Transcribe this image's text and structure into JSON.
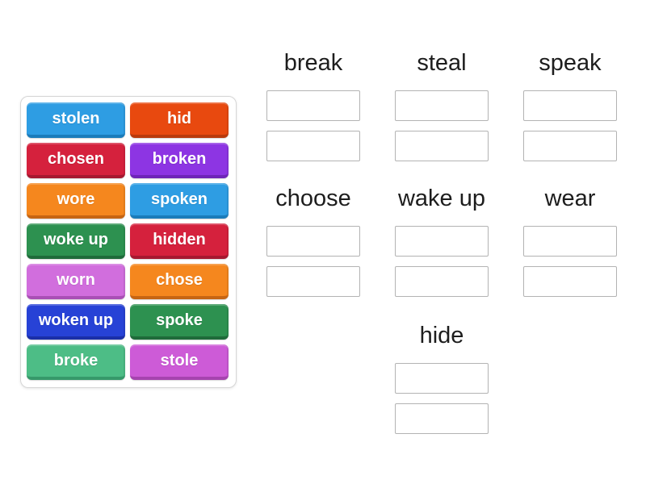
{
  "activity": {
    "type": "group-sort",
    "theme": {
      "page_background": "#ffffff",
      "panel_border": "#d6d6d6",
      "slot_border": "#b3b3b3",
      "header_text": "#1d1d1d",
      "tile_text": "#ffffff"
    }
  },
  "word_bank": {
    "tiles": [
      {
        "label": "stolen",
        "color": "#2e9de3",
        "edge": "#1b7cba"
      },
      {
        "label": "hid",
        "color": "#e8490f",
        "edge": "#b93a0c"
      },
      {
        "label": "chosen",
        "color": "#d5213d",
        "edge": "#a61830"
      },
      {
        "label": "broken",
        "color": "#8d35e3",
        "edge": "#6e25b8"
      },
      {
        "label": "wore",
        "color": "#f5871e",
        "edge": "#c66513"
      },
      {
        "label": "spoken",
        "color": "#2e9de3",
        "edge": "#1b7cba"
      },
      {
        "label": "woke up",
        "color": "#2d9150",
        "edge": "#1f6b3a"
      },
      {
        "label": "hidden",
        "color": "#d5213d",
        "edge": "#a61830"
      },
      {
        "label": "worn",
        "color": "#d16edd",
        "edge": "#a94fb5"
      },
      {
        "label": "chose",
        "color": "#f5871e",
        "edge": "#c66513"
      },
      {
        "label": "woken up",
        "color": "#2742d6",
        "edge": "#1b2fa8"
      },
      {
        "label": "spoke",
        "color": "#2d9150",
        "edge": "#1f6b3a"
      },
      {
        "label": "broke",
        "color": "#4dbd86",
        "edge": "#36996a"
      },
      {
        "label": "stole",
        "color": "#cd5bd7",
        "edge": "#a643af"
      }
    ]
  },
  "groups": [
    {
      "label": "break",
      "slots": 2
    },
    {
      "label": "steal",
      "slots": 2
    },
    {
      "label": "speak",
      "slots": 2
    },
    {
      "label": "choose",
      "slots": 2
    },
    {
      "label": "wake up",
      "slots": 2
    },
    {
      "label": "wear",
      "slots": 2
    },
    {
      "label": "hide",
      "slots": 2
    }
  ]
}
